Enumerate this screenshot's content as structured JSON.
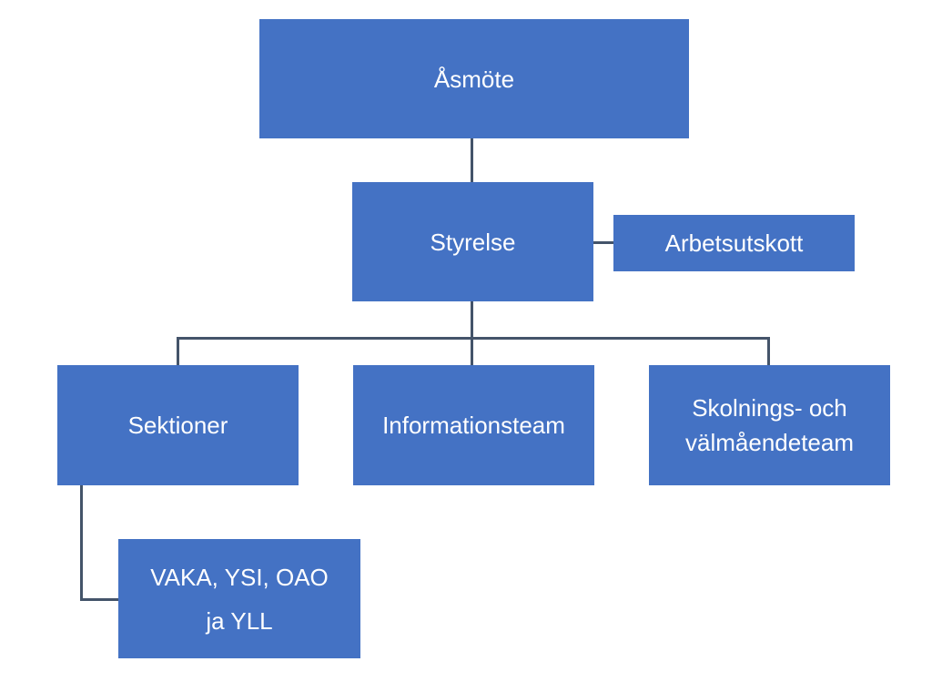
{
  "diagram": {
    "type": "org-chart",
    "colors": {
      "box_fill": "#4472c4",
      "box_text": "#ffffff",
      "connector": "#44546a"
    },
    "nodes": [
      {
        "id": "asmote",
        "label": "Åsmöte"
      },
      {
        "id": "styrelse",
        "label": "Styrelse"
      },
      {
        "id": "arbetsutskott",
        "label": "Arbetsutskott"
      },
      {
        "id": "sektioner",
        "label": "Sektioner"
      },
      {
        "id": "informationsteam",
        "label": "Informationsteam"
      },
      {
        "id": "skolnings",
        "label_lines": [
          "Skolnings- och",
          "välmåendeteam"
        ]
      },
      {
        "id": "vaka",
        "label_lines": [
          "VAKA, YSI, OAO",
          "ja YLL"
        ]
      }
    ],
    "edges": [
      [
        "asmote",
        "styrelse"
      ],
      [
        "styrelse",
        "arbetsutskott"
      ],
      [
        "styrelse",
        "sektioner"
      ],
      [
        "styrelse",
        "informationsteam"
      ],
      [
        "styrelse",
        "skolnings"
      ],
      [
        "sektioner",
        "vaka"
      ]
    ]
  }
}
